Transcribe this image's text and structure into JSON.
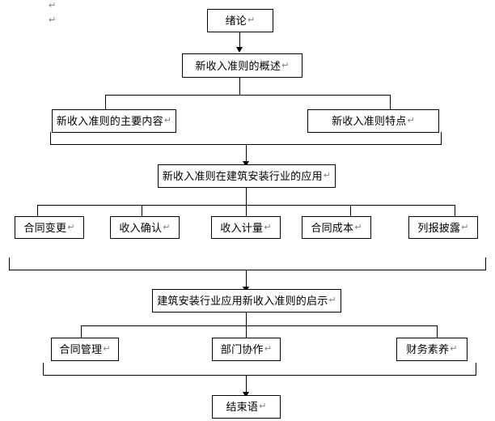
{
  "document": {
    "type": "flowchart",
    "title": "新收入准则在建筑安装行业的应用 结构图",
    "background_color": "#ffffff",
    "line_color": "#000000",
    "text_color": "#000000",
    "mark_color": "#808080",
    "paragraph_mark": "↵"
  },
  "margin_marks": [
    {
      "name": "paragraph-mark-top",
      "text": "↵"
    },
    {
      "name": "paragraph-mark-second",
      "text": "↵"
    }
  ],
  "nodes": {
    "intro": {
      "label": "绪论",
      "mark": "↵"
    },
    "overview": {
      "label": "新收入准则的概述",
      "mark": "↵"
    },
    "main_content": {
      "label": "新收入准则的主要内容",
      "mark": "↵"
    },
    "features": {
      "label": "新收入准则特点",
      "mark": "↵"
    },
    "application": {
      "label": "新收入准则在建筑安装行业的应用",
      "mark": "↵"
    },
    "contract_change": {
      "label": "合同变更",
      "mark": "↵"
    },
    "revenue_recognition": {
      "label": "收入确认",
      "mark": "↵"
    },
    "revenue_measurement": {
      "label": "收入计量",
      "mark": "↵"
    },
    "contract_cost": {
      "label": "合同成本",
      "mark": "↵"
    },
    "presentation_disclosure": {
      "label": "列报披露",
      "mark": "↵"
    },
    "enlightenment": {
      "label": "建筑安装行业应用新收入准则的启示",
      "mark": "↵"
    },
    "contract_management": {
      "label": "合同管理",
      "mark": "↵"
    },
    "department_collaboration": {
      "label": "部门协作",
      "mark": "↵"
    },
    "financial_literacy": {
      "label": "财务素养",
      "mark": "↵"
    },
    "conclusion": {
      "label": "结束语",
      "mark": "↵"
    }
  },
  "levels": [
    {
      "name": "level-1",
      "members": [
        "intro"
      ]
    },
    {
      "name": "level-2",
      "members": [
        "overview"
      ]
    },
    {
      "name": "level-3",
      "members": [
        "main_content",
        "features"
      ]
    },
    {
      "name": "level-4",
      "members": [
        "application"
      ]
    },
    {
      "name": "level-5",
      "members": [
        "contract_change",
        "revenue_recognition",
        "revenue_measurement",
        "contract_cost",
        "presentation_disclosure"
      ]
    },
    {
      "name": "level-6",
      "members": [
        "enlightenment"
      ]
    },
    {
      "name": "level-7",
      "members": [
        "contract_management",
        "department_collaboration",
        "financial_literacy"
      ]
    },
    {
      "name": "level-8",
      "members": [
        "conclusion"
      ]
    }
  ]
}
